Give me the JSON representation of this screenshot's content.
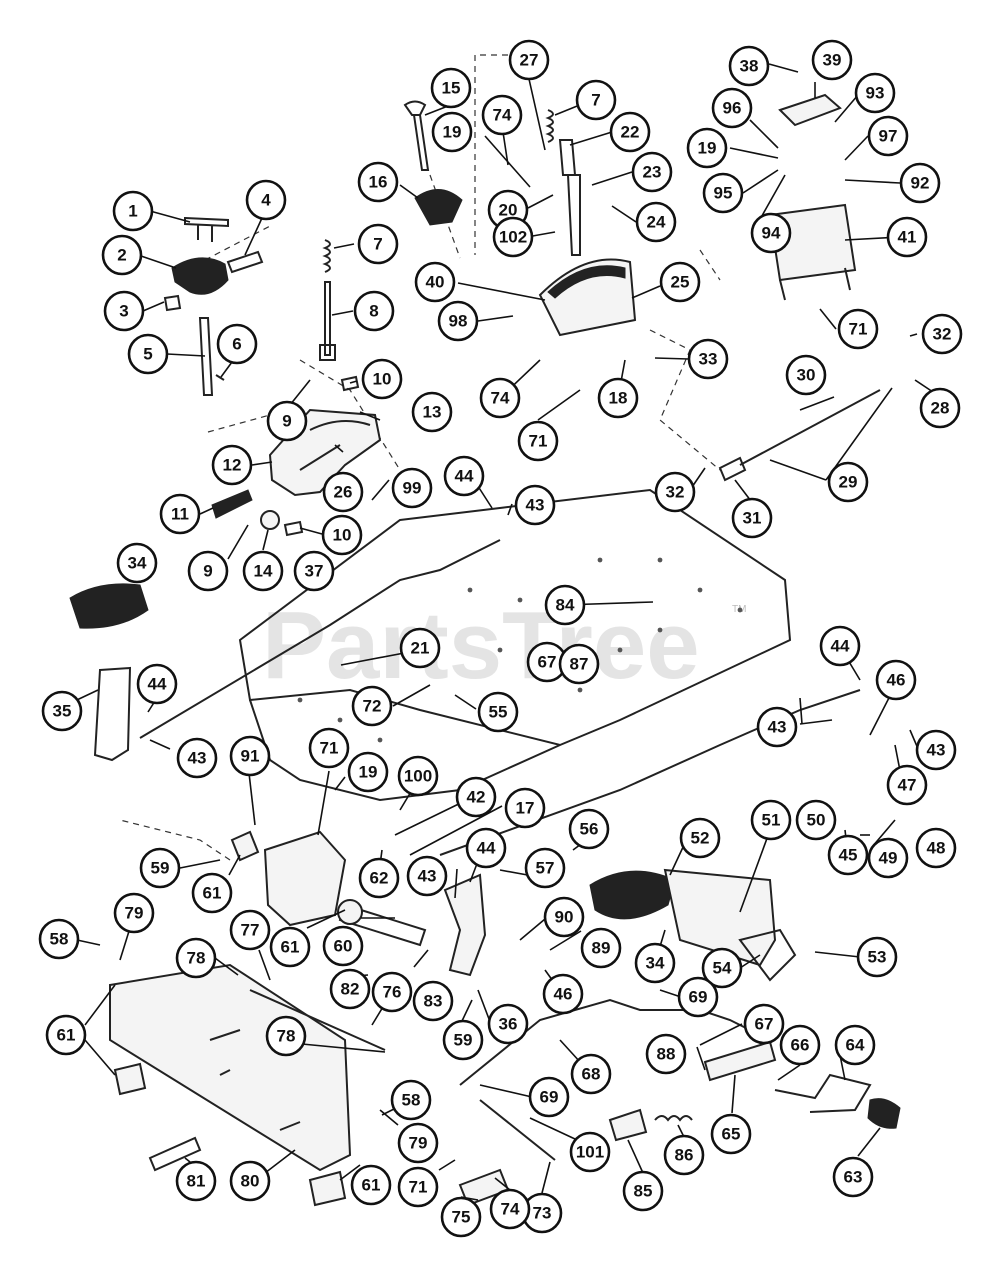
{
  "watermark": {
    "text": "PartsTree",
    "trademark": "TM"
  },
  "callouts": [
    "1",
    "2",
    "3",
    "4",
    "5",
    "6",
    "7",
    "7",
    "8",
    "9",
    "9",
    "10",
    "10",
    "11",
    "12",
    "13",
    "14",
    "15",
    "16",
    "17",
    "18",
    "19",
    "19",
    "19",
    "20",
    "21",
    "22",
    "23",
    "24",
    "25",
    "26",
    "27",
    "28",
    "29",
    "30",
    "31",
    "32",
    "32",
    "33",
    "34",
    "34",
    "35",
    "36",
    "37",
    "38",
    "39",
    "40",
    "41",
    "42",
    "43",
    "43",
    "43",
    "43",
    "43",
    "43",
    "44",
    "44",
    "44",
    "44",
    "45",
    "46",
    "46",
    "47",
    "48",
    "49",
    "50",
    "51",
    "52",
    "53",
    "54",
    "55",
    "56",
    "57",
    "58",
    "58",
    "59",
    "59",
    "60",
    "61",
    "61",
    "61",
    "61",
    "62",
    "63",
    "64",
    "65",
    "66",
    "67",
    "67",
    "68",
    "69",
    "69",
    "71",
    "71",
    "71",
    "71",
    "71",
    "72",
    "73",
    "74",
    "74",
    "74",
    "75",
    "76",
    "77",
    "78",
    "78",
    "79",
    "79",
    "80",
    "81",
    "82",
    "83",
    "84",
    "85",
    "86",
    "87",
    "88",
    "89",
    "90",
    "91",
    "92",
    "93",
    "94",
    "95",
    "96",
    "97",
    "98",
    "99",
    "100",
    "101",
    "102"
  ]
}
